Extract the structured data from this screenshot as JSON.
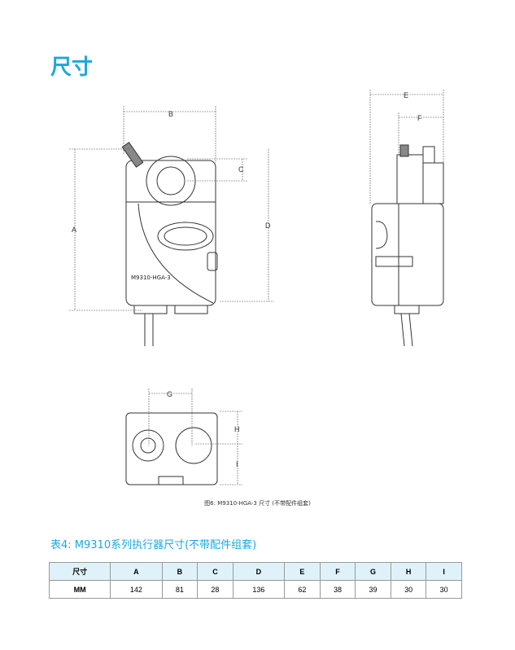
{
  "title": "尺寸",
  "figure": {
    "dim_labels": {
      "A": "A",
      "B": "B",
      "C": "C",
      "D": "D",
      "E": "E",
      "F": "F",
      "G": "G",
      "H": "H",
      "I": "I"
    },
    "model_label": "M9310-HGA-3",
    "caption": "图6: M9310-HGA-3 尺寸 (不带配件组套)"
  },
  "table": {
    "title": "表4: M9310系列执行器尺寸(不带配件组套)",
    "headers": [
      "尺寸",
      "A",
      "B",
      "C",
      "D",
      "E",
      "F",
      "G",
      "H",
      "I"
    ],
    "rows": [
      [
        "MM",
        "142",
        "81",
        "28",
        "136",
        "62",
        "38",
        "39",
        "30",
        "30"
      ]
    ]
  }
}
